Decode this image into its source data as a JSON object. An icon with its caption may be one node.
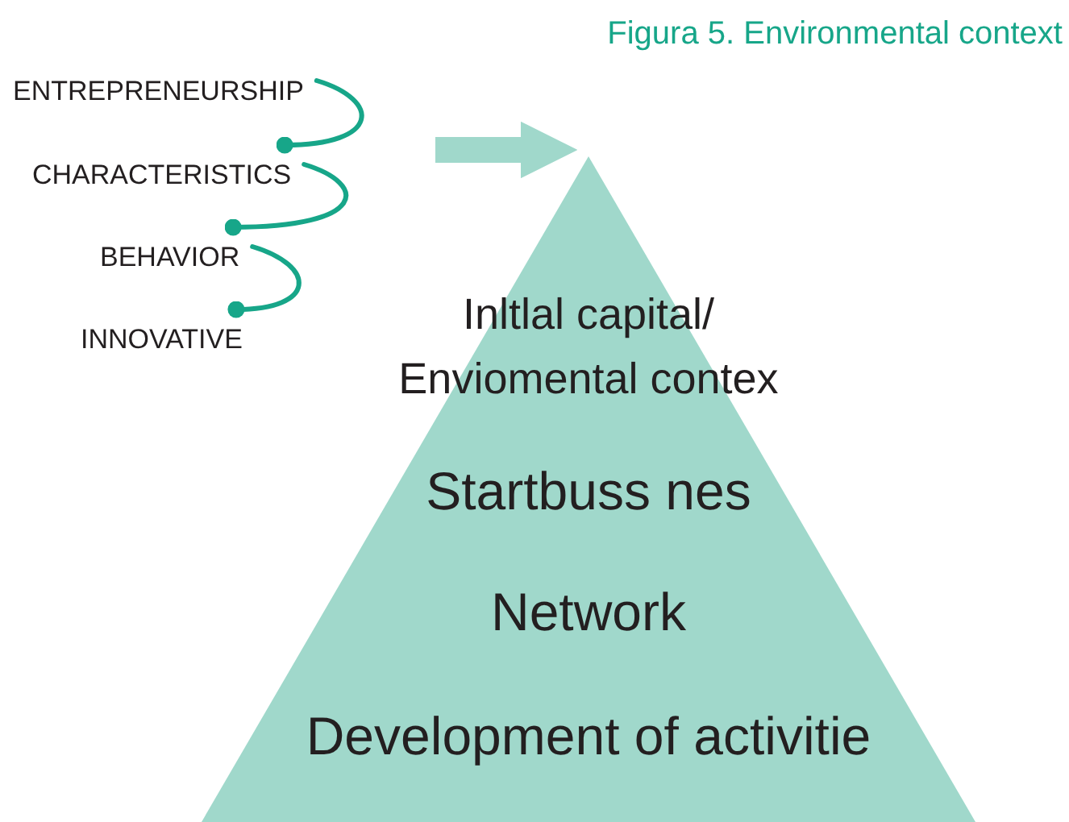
{
  "diagram": {
    "title": "Figura 5. Environmental context",
    "nodes": [
      {
        "text": [
          "ENTREPRENEURSHIP"
        ]
      },
      {
        "text": [
          "CHARACTERISTICS"
        ]
      },
      {
        "text": [
          "BEHAVIOR"
        ]
      },
      {
        "text": [
          "INNOVATIVE"
        ]
      },
      {
        "text": [
          "Inltlal capital/ Enviomental contex",
          "Startbuss nes",
          "Network",
          "Development of activitie"
        ]
      }
    ],
    "edges": [
      {
        "from": 0,
        "to": 1,
        "arrow": "other"
      },
      {
        "from": 1,
        "to": 2,
        "arrow": "other"
      },
      {
        "from": 2,
        "to": 3,
        "arrow": "other"
      },
      {
        "from": null,
        "to": 4,
        "arrow": "to",
        "style": "thick",
        "color": "#a0d8cb"
      }
    ]
  }
}
